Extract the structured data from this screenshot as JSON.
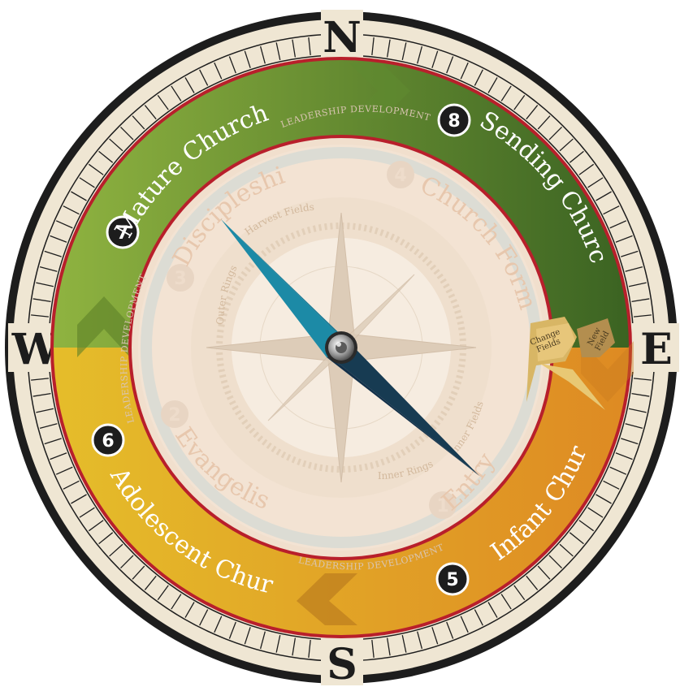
{
  "cardinals": {
    "north": "N",
    "east": "E",
    "south": "S",
    "west": "W"
  },
  "outer_stages": [
    {
      "number": "7",
      "label": "Mature Church"
    },
    {
      "number": "8",
      "label": "Sending Church"
    },
    {
      "number": "5",
      "label": "Infant Church"
    },
    {
      "number": "6",
      "label": "Adolescent Church"
    }
  ],
  "inner_stages": [
    {
      "number": "1",
      "label": "Entry"
    },
    {
      "number": "2",
      "label": "Evangelism"
    },
    {
      "number": "3",
      "label": "Discipleship"
    },
    {
      "number": "4",
      "label": "Church Formation"
    }
  ],
  "leadership_label": "LEADERSHIP DEVELOPMENT",
  "rings": {
    "outer": "Outer Rings",
    "harvest": "Harvest Fields",
    "inner": "Inner Rings",
    "inner_fields": "Inner Fields"
  },
  "flags": {
    "change_fields": [
      "Change",
      "Fields"
    ],
    "new_field": [
      "New",
      "Field"
    ]
  },
  "colors": {
    "bezel": "#efe6d3",
    "green_dark": "#3b6322",
    "green_light": "#8fb340",
    "orange": "#de8b22",
    "gold": "#d9a71d",
    "red_line": "#b81f2b",
    "needle_light": "#1c8aa6",
    "needle_dark": "#173b52"
  }
}
